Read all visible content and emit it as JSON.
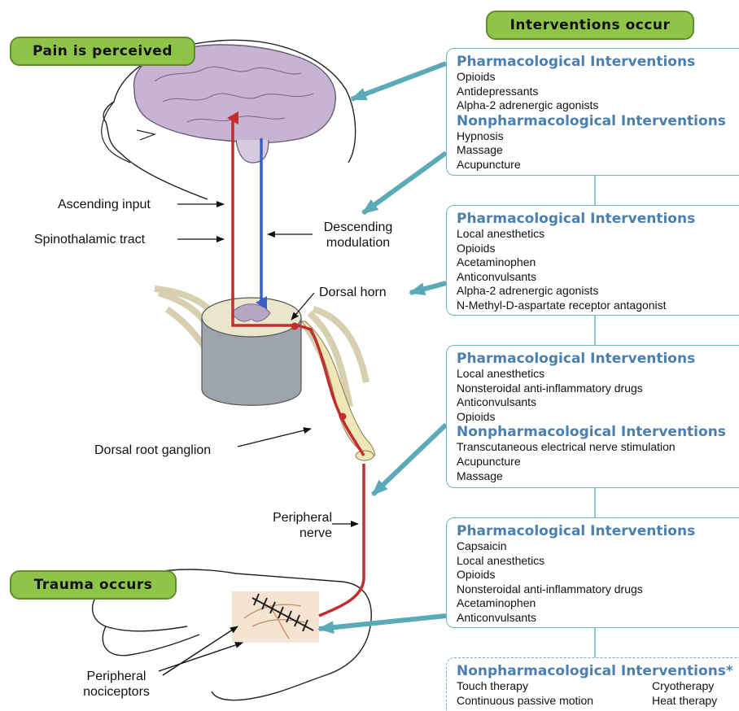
{
  "pills": {
    "pain": "Pain is perceived",
    "interventions": "Interventions occur",
    "trauma": "Trauma occurs"
  },
  "labels": {
    "ascending": "Ascending input",
    "spinothalamic": "Spinothalamic tract",
    "descending_1": "Descending",
    "descending_2": "modulation",
    "dorsal_horn": "Dorsal horn",
    "drg": "Dorsal root ganglion",
    "peripheral_1": "Peripheral",
    "peripheral_2": "nerve",
    "nociceptors_1": "Peripheral",
    "nociceptors_2": "nociceptors"
  },
  "boxes": [
    {
      "groups": [
        {
          "heading": "Pharmacological Interventions",
          "items": [
            "Opioids",
            "Antidepressants",
            "Alpha-2 adrenergic agonists"
          ]
        },
        {
          "heading": "Nonpharmacological Interventions",
          "items": [
            "Hypnosis",
            "Massage",
            "Acupuncture"
          ]
        }
      ]
    },
    {
      "groups": [
        {
          "heading": "Pharmacological Interventions",
          "items": [
            "Local anesthetics",
            "Opioids",
            "Acetaminophen",
            "Anticonvulsants",
            "Alpha-2 adrenergic agonists",
            "N-Methyl-D-aspartate receptor antagonist"
          ]
        }
      ]
    },
    {
      "groups": [
        {
          "heading": "Pharmacological Interventions",
          "items": [
            "Local anesthetics",
            "Nonsteroidal anti-inflammatory drugs",
            "Anticonvulsants",
            "Opioids"
          ]
        },
        {
          "heading": "Nonpharmacological Interventions",
          "items": [
            "Transcutaneous electrical nerve stimulation",
            "Acupuncture",
            "Massage"
          ]
        }
      ]
    },
    {
      "groups": [
        {
          "heading": "Pharmacological Interventions",
          "items": [
            "Capsaicin",
            "Local anesthetics",
            "Opioids",
            "Nonsteroidal anti-inflammatory drugs",
            "Acetaminophen",
            "Anticonvulsants"
          ]
        }
      ]
    }
  ],
  "bottom_box": {
    "heading": "Nonpharmacological Interventions*",
    "col1": [
      "Touch therapy",
      "Continuous passive motion"
    ],
    "col2": [
      "Cryotherapy",
      "Heat therapy"
    ]
  },
  "colors": {
    "pill_fill": "#8ec549",
    "box_border": "#6db4c3",
    "heading": "#4a7fb0",
    "ascending_path": "#c42d2d",
    "descending_path": "#3a5fc8",
    "teal_arrow": "#5aaab8"
  }
}
